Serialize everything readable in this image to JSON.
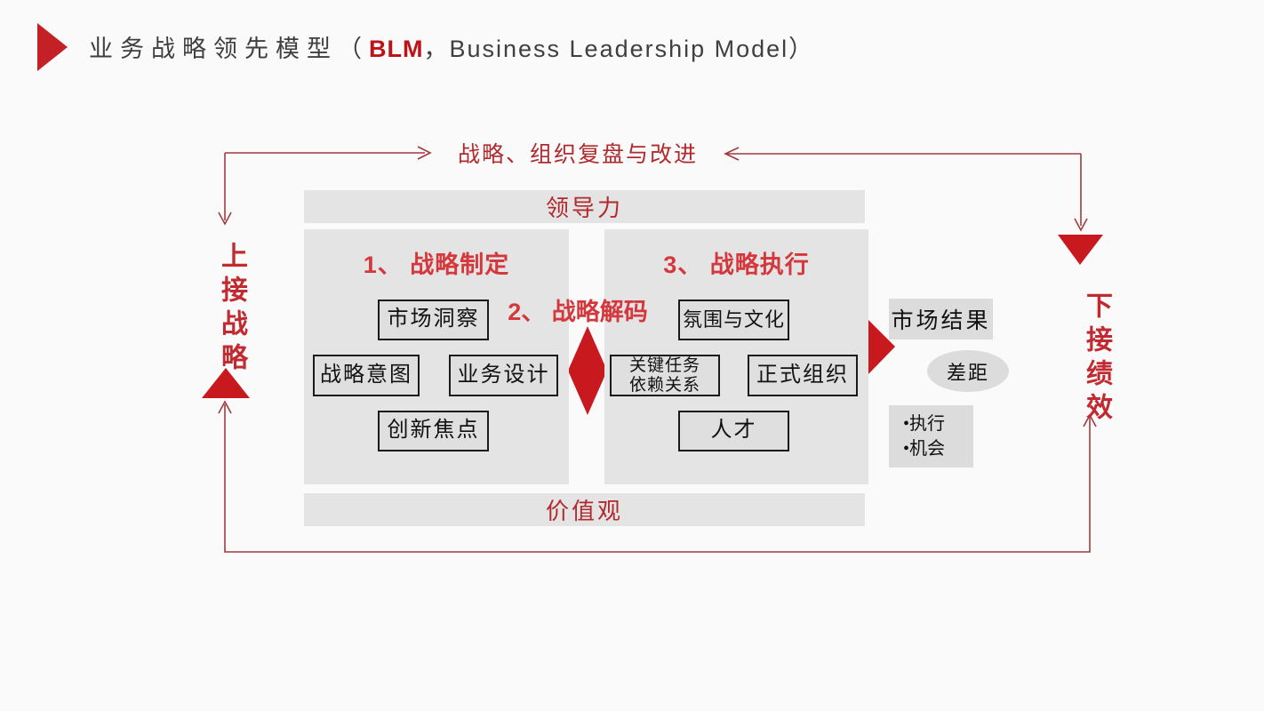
{
  "header": {
    "title_prefix": "业务战略领先模型（",
    "title_blm": "BLM",
    "title_suffix": "，Business Leadership Model）"
  },
  "loop": {
    "top_label": "战略、组织复盘与改进",
    "left_vertical_label": "上接战略",
    "right_vertical_label": "下接绩效"
  },
  "bands": {
    "leadership": "领导力",
    "values": "价值观"
  },
  "sections": {
    "formulation": {
      "title": "1、 战略制定",
      "boxes": {
        "top": "市场洞察",
        "left": "战略意图",
        "right": "业务设计",
        "bottom": "创新焦点"
      }
    },
    "decode": {
      "title": "2、 战略解码"
    },
    "execution": {
      "title": "3、 战略执行",
      "boxes": {
        "top": "氛围与文化",
        "left": "关键任务\n依赖关系",
        "right": "正式组织",
        "bottom": "人才"
      }
    }
  },
  "results": {
    "market_result": "市场结果",
    "gap": "差距",
    "bullets": [
      "•执行",
      "•机会"
    ]
  },
  "colors": {
    "shape_red": "#c8191e",
    "line_red": "#a03b40",
    "heading_red": "#d4383c",
    "band_red": "#b02a2e",
    "panel_gray": "#e4e4e4",
    "node_gray": "#dfdfdf",
    "connector_black": "#1a1a1a"
  }
}
